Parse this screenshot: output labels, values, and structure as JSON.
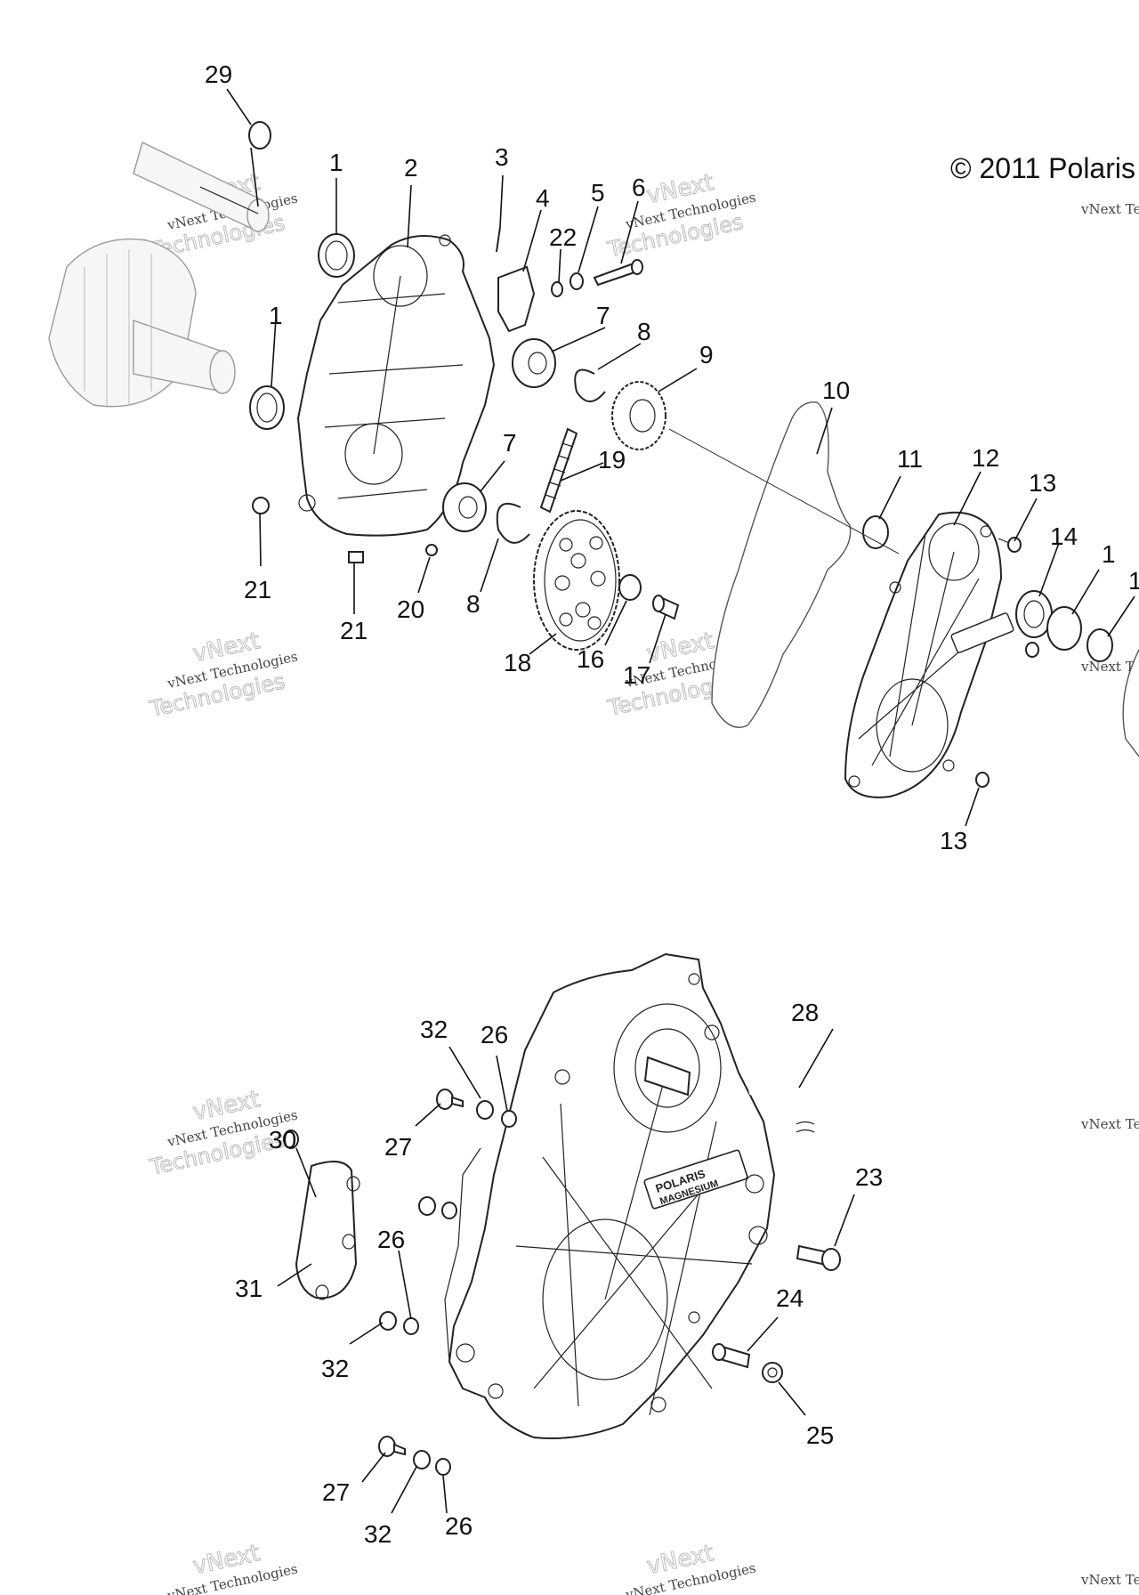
{
  "copyright": "© 2011 Polaris",
  "watermark": {
    "line1": "vNext",
    "line2": "vNext Technologies",
    "line3": "Technologies"
  },
  "case_badge": {
    "line1": "POLARIS",
    "line2": "MAGNESIUM"
  },
  "callouts": {
    "c29": "29",
    "c1a": "1",
    "c2": "2",
    "c3": "3",
    "c4": "4",
    "c22": "22",
    "c5": "5",
    "c6": "6",
    "c1b": "1",
    "c7a": "7",
    "c8a": "8",
    "c9": "9",
    "c10": "10",
    "c7b": "7",
    "c19": "19",
    "c21a": "21",
    "c21b": "21",
    "c20": "20",
    "c8b": "8",
    "c18": "18",
    "c16": "16",
    "c17": "17",
    "c11": "11",
    "c12": "12",
    "c13a": "13",
    "c14": "14",
    "c1c": "1",
    "c15": "1",
    "c13b": "13",
    "c28": "28",
    "c32a": "32",
    "c26a": "26",
    "c27a": "27",
    "c30": "30",
    "c23": "23",
    "c26b": "26",
    "c31": "31",
    "c24": "24",
    "c32b": "32",
    "c25": "25",
    "c27b": "27",
    "c32c": "32",
    "c26c": "26"
  }
}
